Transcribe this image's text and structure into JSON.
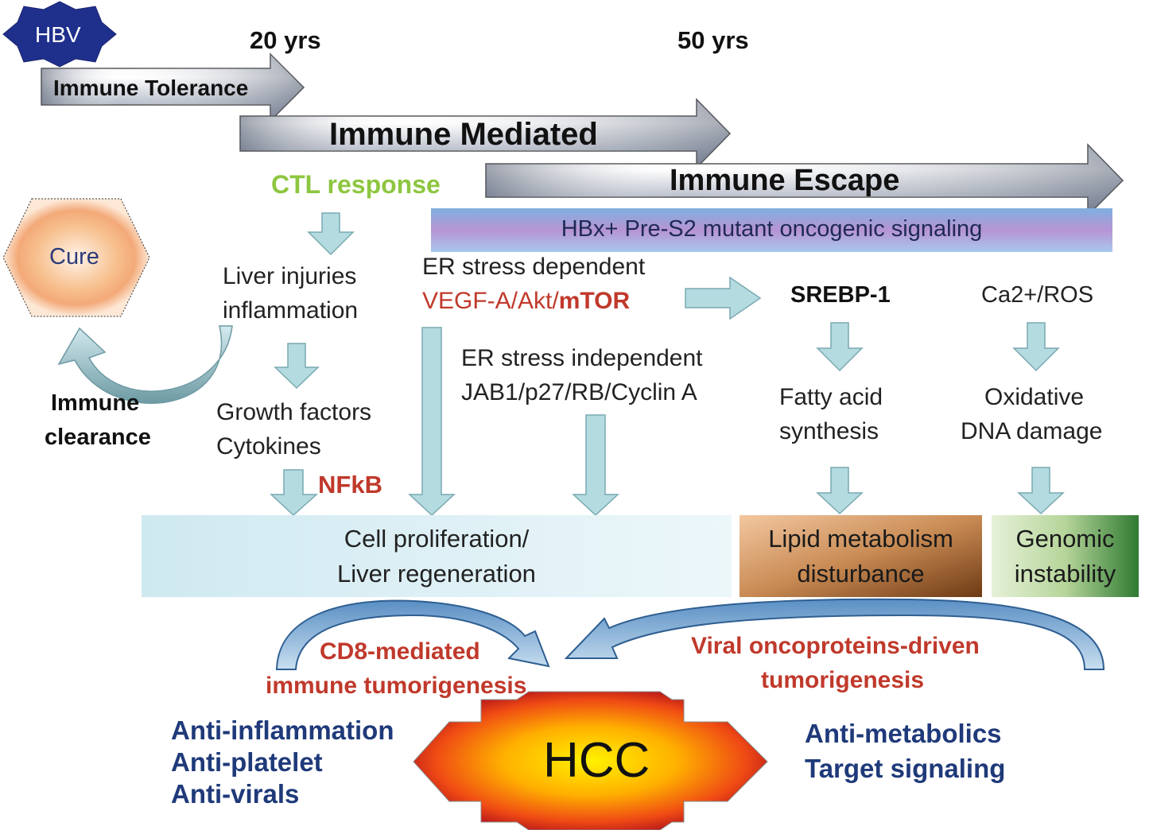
{
  "hbv_badge": "HBV",
  "timeline": {
    "mark_20": "20 yrs",
    "mark_50": "50 yrs"
  },
  "phases": {
    "tolerance": "Immune Tolerance",
    "mediated": "Immune Mediated",
    "escape": "Immune Escape"
  },
  "ctl_response": "CTL response",
  "signaling_band": "HBx+ Pre-S2 mutant oncogenic signaling",
  "cure": "Cure",
  "immune_clearance": [
    "Immune",
    "clearance"
  ],
  "liver_injuries": [
    "Liver injuries",
    "inflammation"
  ],
  "growth_factors": [
    "Growth factors",
    "Cytokines"
  ],
  "nfkb": "NFkB",
  "er_dependent": {
    "line1": "ER stress dependent",
    "pathway": "VEGF-A/Akt/",
    "mtor": "mTOR"
  },
  "er_independent": [
    "ER stress independent",
    "JAB1/p27/RB/Cyclin A"
  ],
  "srebp": "SREBP-1",
  "ca_ros": "Ca2+/ROS",
  "fatty_acid": [
    "Fatty acid",
    "synthesis"
  ],
  "oxidative": [
    "Oxidative",
    "DNA damage"
  ],
  "cell_prolif": [
    "Cell proliferation/",
    "Liver regeneration"
  ],
  "lipid": [
    "Lipid metabolism",
    "disturbance"
  ],
  "genomic": [
    "Genomic",
    "instability"
  ],
  "cd8": [
    "CD8-mediated",
    "immune tumorigenesis"
  ],
  "viral": [
    "Viral oncoproteins-driven",
    "tumorigenesis"
  ],
  "hcc": "HCC",
  "therapies_left": [
    "Anti-inflammation",
    "Anti-platelet",
    "Anti-virals"
  ],
  "therapies_right": [
    "Anti-metabolics",
    "Target signaling"
  ],
  "colors": {
    "red_text": "#c0392b",
    "green_text": "#8dc63f",
    "navy_text": "#1f3a7a",
    "arrow_fill": "#b4dbe0",
    "arrow_stroke": "#7aa9b2",
    "cell_box": "#dff0f5"
  }
}
